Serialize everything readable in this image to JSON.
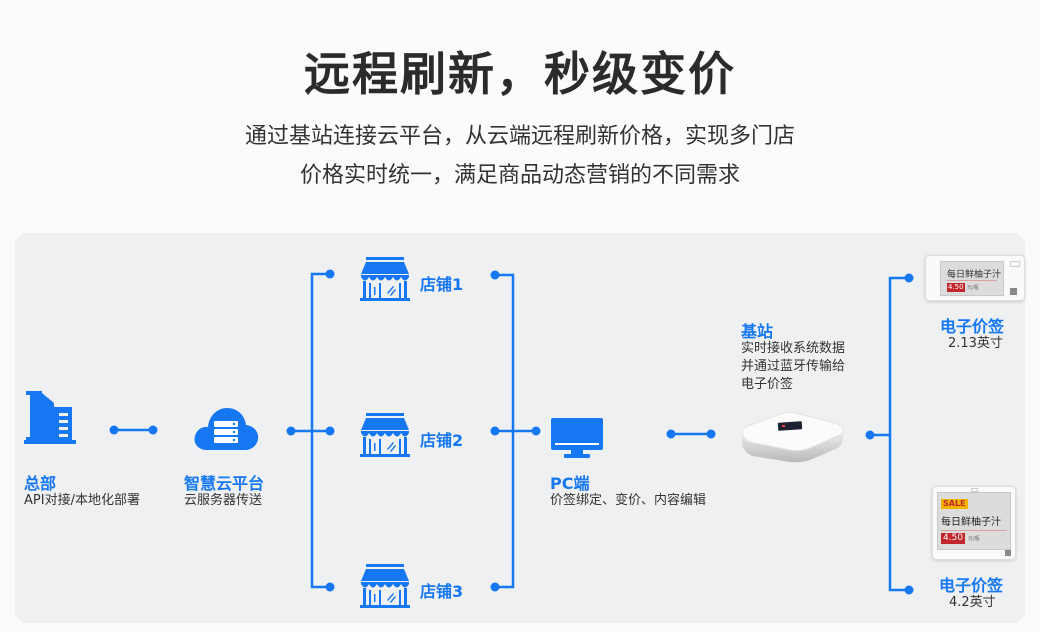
{
  "header": {
    "title": "远程刷新，秒级变价",
    "subtitle_line1": "通过基站连接云平台，从云端远程刷新价格，实现多门店",
    "subtitle_line2": "价格实时统一，满足商品动态营销的不同需求"
  },
  "colors": {
    "accent": "#1677f2",
    "panel_bg": "#eff0f2",
    "sale_bg": "#f0b400",
    "price_bg": "#c0262b"
  },
  "nodes": {
    "hq": {
      "icon": "building-icon",
      "title": "总部",
      "desc": "API对接/本地化部署"
    },
    "cloud": {
      "icon": "cloud-server-icon",
      "title": "智慧云平台",
      "desc": "云服务器传送"
    },
    "stores": [
      {
        "icon": "store-icon",
        "title": "店铺1"
      },
      {
        "icon": "store-icon",
        "title": "店铺2"
      },
      {
        "icon": "store-icon",
        "title": "店铺3"
      }
    ],
    "pc": {
      "icon": "monitor-icon",
      "title": "PC端",
      "desc": "价签绑定、变价、内容编辑"
    },
    "base": {
      "title": "基站",
      "desc_lines": [
        "实时接收系统数据",
        "并通过蓝牙传输给",
        "电子价签"
      ]
    },
    "tags": [
      {
        "title": "电子价签",
        "size": "2.13英寸",
        "product": "每日鲜柚子汁",
        "price": "4.50",
        "unit": "元/瓶"
      },
      {
        "title": "电子价签",
        "size": "4.2英寸",
        "sale": "SALE",
        "product": "每日鲜柚子汁",
        "price": "4.50",
        "unit": "元/瓶"
      }
    ]
  }
}
